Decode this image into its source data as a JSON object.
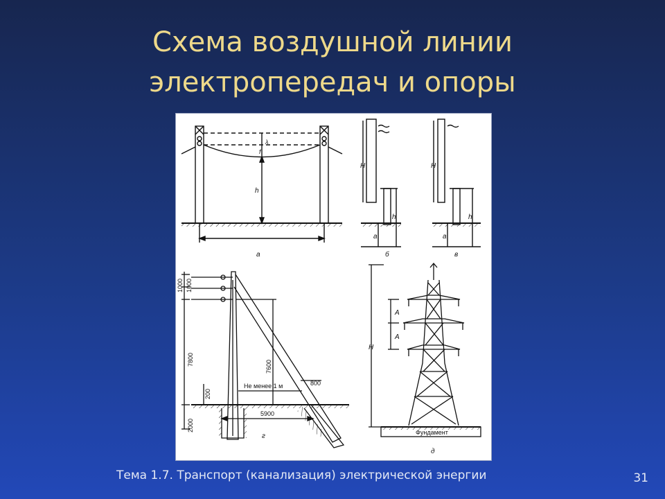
{
  "title": {
    "line1": "Схема воздушной линии",
    "line2": "электропередач и опоры"
  },
  "figure": {
    "panels": {
      "a": "а",
      "b": "б",
      "v": "в",
      "g": "г",
      "d": "д"
    },
    "labels": {
      "h": "h",
      "H": "H",
      "a": "a",
      "f": "f",
      "lambda": "λ",
      "A": "A",
      "dim_1000a": "1000",
      "dim_1000b": "1000",
      "dim_7800": "7800",
      "dim_7600": "7600",
      "dim_200": "200",
      "dim_2000": "2000",
      "dim_5900": "5900",
      "dim_800": "800",
      "min_1m": "Не менее 1 м",
      "foundation": "Фундамент"
    }
  },
  "footer": {
    "topic": "Тема 1.7. Транспорт (канализация) электрической энергии",
    "page": "31"
  },
  "colors": {
    "background": "#1c3a86",
    "title": "#eed98a",
    "footer_text": "#e4e9f5"
  }
}
